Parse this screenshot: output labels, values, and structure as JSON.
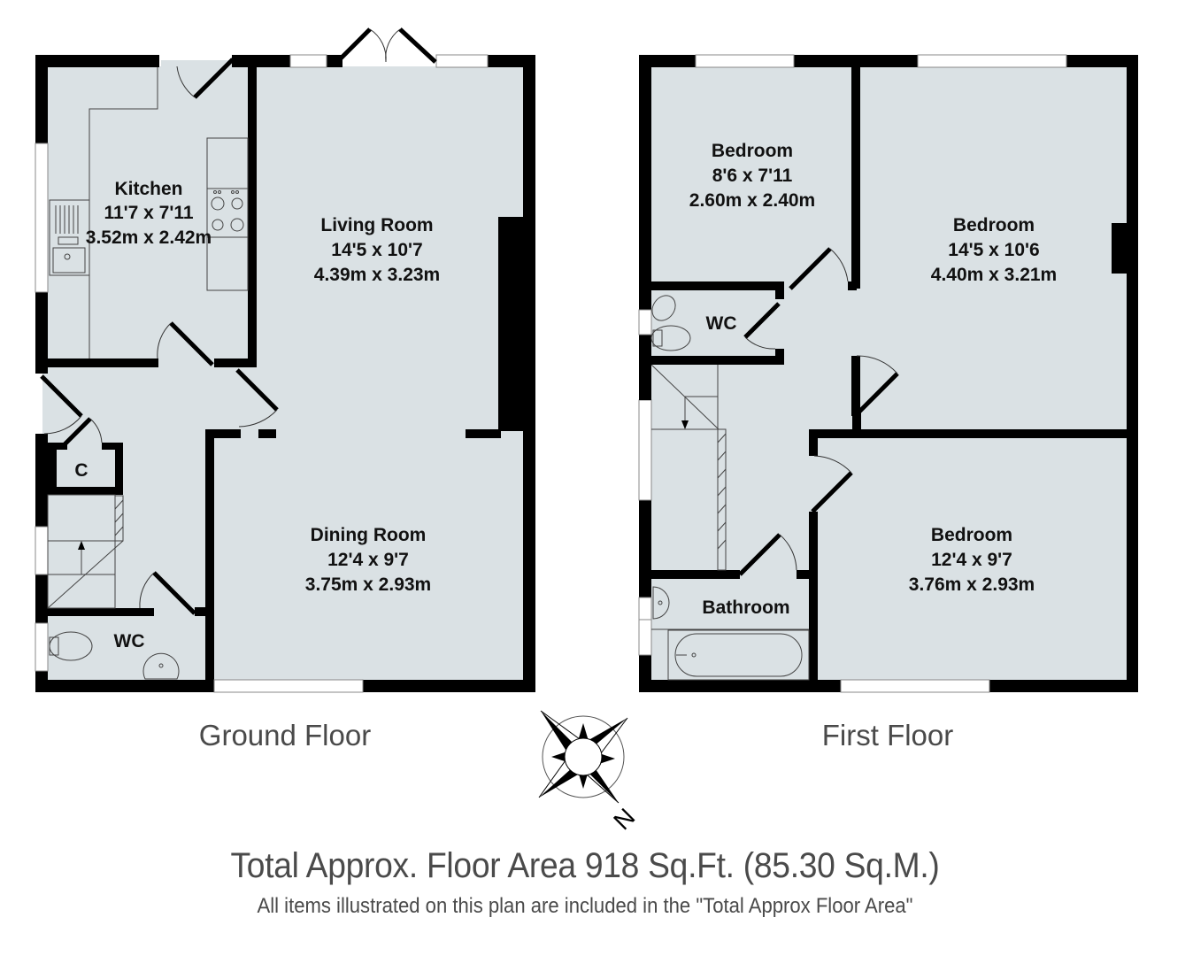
{
  "colors": {
    "floor_fill": "#dae1e4",
    "wall": "#000000",
    "window": "#ffffff",
    "label_text": "#111111",
    "caption_text": "#4a4a4a"
  },
  "ground_floor": {
    "label": "Ground Floor",
    "rooms": [
      {
        "name": "Kitchen",
        "dim_imperial": "11'7 x 7'11",
        "dim_metric": "3.52m x 2.42m"
      },
      {
        "name": "Living Room",
        "dim_imperial": "14'5 x 10'7",
        "dim_metric": "4.39m x 3.23m"
      },
      {
        "name": "Dining Room",
        "dim_imperial": "12'4 x 9'7",
        "dim_metric": "3.75m x 2.93m"
      },
      {
        "name": "C"
      },
      {
        "name": "WC"
      }
    ]
  },
  "first_floor": {
    "label": "First Floor",
    "rooms": [
      {
        "name": "Bedroom",
        "dim_imperial": "8'6 x 7'11",
        "dim_metric": "2.60m x 2.40m"
      },
      {
        "name": "Bedroom",
        "dim_imperial": "14'5 x 10'6",
        "dim_metric": "4.40m x 3.21m"
      },
      {
        "name": "WC"
      },
      {
        "name": "Bedroom",
        "dim_imperial": "12'4 x 9'7",
        "dim_metric": "3.76m x 2.93m"
      },
      {
        "name": "Bathroom"
      }
    ]
  },
  "compass": {
    "north_label": "N",
    "icon": "compass-rose-icon"
  },
  "footer": {
    "total_area": "Total Approx. Floor Area 918 Sq.Ft. (85.30 Sq.M.)",
    "disclaimer": "All items illustrated on this plan are included in the \"Total Approx Floor Area\""
  }
}
